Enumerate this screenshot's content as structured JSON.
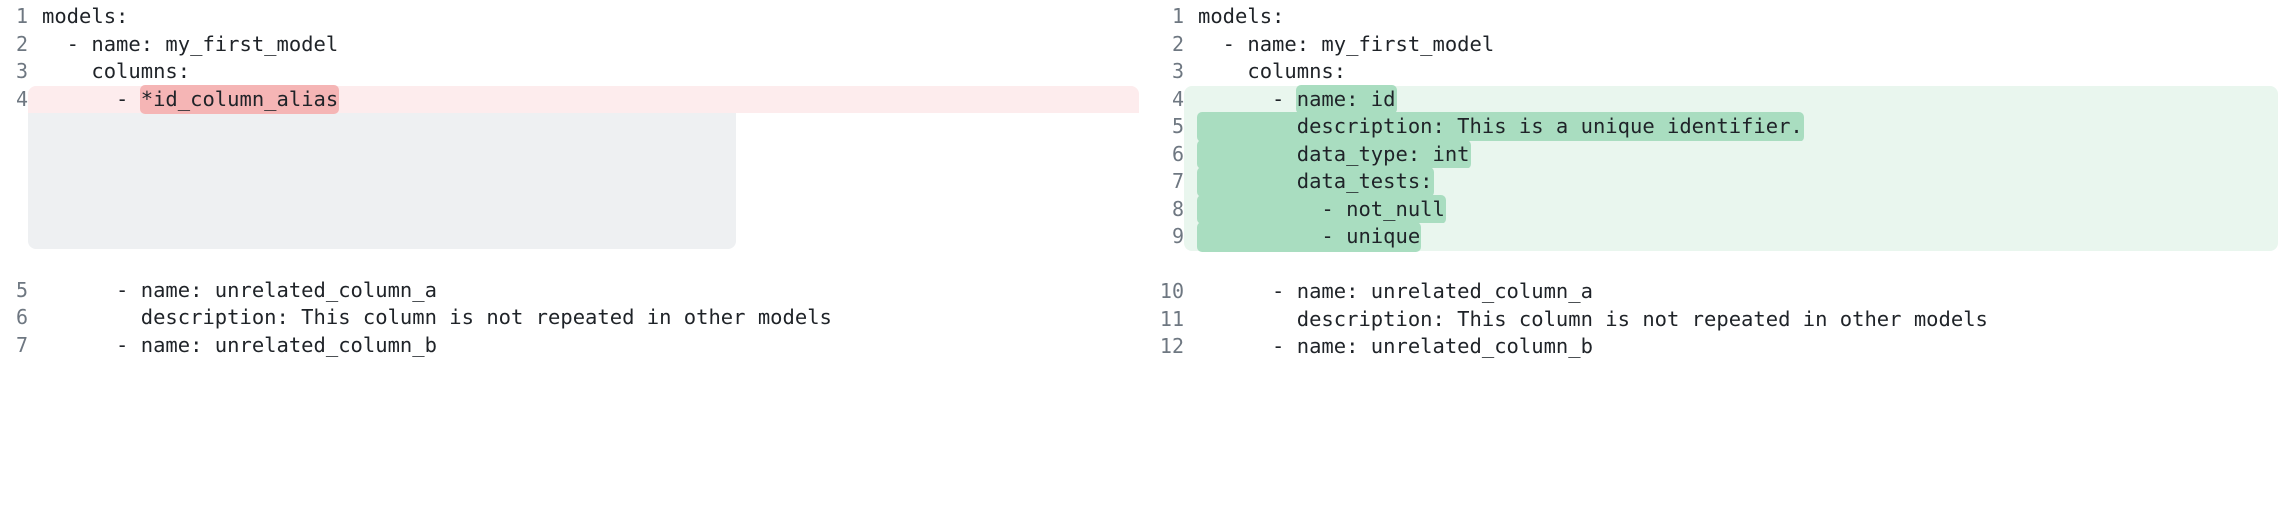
{
  "view": {
    "kind": "side-by-side-code-diff",
    "language": "yaml"
  },
  "colors": {
    "deleted_row_bg": "#fdeced",
    "deleted_word_bg": "#f5b5b5",
    "added_row_bg": "#e9f6ee",
    "added_word_bg": "#a9ddc0",
    "filler_bg": "#eef0f2",
    "gutter_text": "#6e7781",
    "code_text": "#1f2328",
    "page_bg": "#ffffff"
  },
  "left_pane": {
    "name": "before",
    "lines": [
      {
        "number": "1",
        "type": "context",
        "pre": "models:",
        "hl": "",
        "post": ""
      },
      {
        "number": "2",
        "type": "context",
        "pre": "  - name: my_first_model",
        "hl": "",
        "post": ""
      },
      {
        "number": "3",
        "type": "context",
        "pre": "    columns:",
        "hl": "",
        "post": ""
      },
      {
        "number": "4",
        "type": "delete",
        "pre": "      - ",
        "hl": "*id_column_alias",
        "post": ""
      },
      {
        "number": "",
        "type": "filler",
        "pre": "",
        "hl": "",
        "post": ""
      },
      {
        "number": "",
        "type": "blank",
        "pre": "",
        "hl": "",
        "post": ""
      },
      {
        "number": "5",
        "type": "context",
        "pre": "      - name: unrelated_column_a",
        "hl": "",
        "post": ""
      },
      {
        "number": "6",
        "type": "context",
        "pre": "        description: This column is not repeated in other models",
        "hl": "",
        "post": ""
      },
      {
        "number": "7",
        "type": "context",
        "pre": "      - name: unrelated_column_b",
        "hl": "",
        "post": ""
      }
    ]
  },
  "right_pane": {
    "name": "after",
    "lines": [
      {
        "number": "1",
        "type": "context",
        "pre": "models:",
        "hl": "",
        "post": ""
      },
      {
        "number": "2",
        "type": "context",
        "pre": "  - name: my_first_model",
        "hl": "",
        "post": ""
      },
      {
        "number": "3",
        "type": "context",
        "pre": "    columns:",
        "hl": "",
        "post": ""
      },
      {
        "number": "4",
        "type": "insert",
        "pre": "      - ",
        "hl": "name: id",
        "post": ""
      },
      {
        "number": "5",
        "type": "insert",
        "pre": "",
        "hl": "        description: This is a unique identifier.",
        "post": ""
      },
      {
        "number": "6",
        "type": "insert",
        "pre": "",
        "hl": "        data_type: int",
        "post": ""
      },
      {
        "number": "7",
        "type": "insert",
        "pre": "",
        "hl": "        data_tests:",
        "post": ""
      },
      {
        "number": "8",
        "type": "insert",
        "pre": "",
        "hl": "          - not_null",
        "post": ""
      },
      {
        "number": "9",
        "type": "insert",
        "pre": "",
        "hl": "          - unique",
        "post": ""
      },
      {
        "number": "",
        "type": "blank",
        "pre": "",
        "hl": "",
        "post": ""
      },
      {
        "number": "10",
        "type": "context",
        "pre": "      - name: unrelated_column_a",
        "hl": "",
        "post": ""
      },
      {
        "number": "11",
        "type": "context",
        "pre": "        description: This column is not repeated in other models",
        "hl": "",
        "post": ""
      },
      {
        "number": "12",
        "type": "context",
        "pre": "      - name: unrelated_column_b",
        "hl": "",
        "post": ""
      }
    ]
  }
}
